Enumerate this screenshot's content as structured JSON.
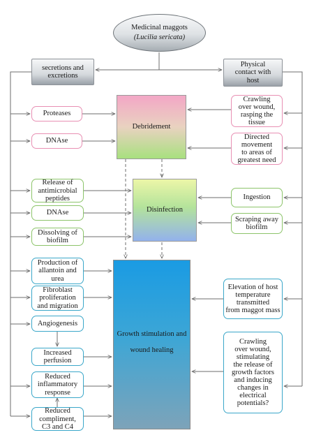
{
  "colors": {
    "pink_border": "#e88fb3",
    "green_border": "#8cc46a",
    "blue_border": "#3aa7c9",
    "arrow": "#6d6d6d"
  },
  "root": {
    "line1": "Medicinal maggots",
    "line2": "(Lucilia sericata)"
  },
  "left_header": {
    "label": "secretions and\nexcretions"
  },
  "right_header": {
    "label": "Physical\ncontact with\nhost"
  },
  "mechanisms": {
    "debridement": "Debridement",
    "disinfection": "Disinfection",
    "growth_line1": "Growth stimulation and",
    "growth_line2": "wound healing"
  },
  "debridement_inputs": {
    "proteases": "Proteases",
    "dnase": "DNAse",
    "crawling": "Crawling\nover wound,\nrasping the\ntissue",
    "directed": "Directed\nmovement\nto areas of\ngreatest need"
  },
  "disinfection_inputs": {
    "antimicrobial": "Release of\nantimicrobial\npeptides",
    "dnase": "DNAse",
    "biofilm": "Dissolving of\nbiofilm",
    "ingestion": "Ingestion",
    "scraping": "Scraping away\nbiofilm"
  },
  "growth_inputs": {
    "allantoin": "Production of\nallantoin and\nurea",
    "fibroblast": "Fibroblast\nproliferation\nand migration",
    "angiogenesis": "Angiogenesis",
    "perfusion": "Increased\nperfusion",
    "inflammatory": "Reduced\ninflammatory\nresponse",
    "compliment": "Reduced\ncompliment,\nC3 and C4",
    "temperature": "Elevation of host\ntemperature\ntransmitted\nfrom maggot mass",
    "crawling_factors": "Crawling\nover wound,\nstimulating\nthe release of\ngrowth factors\nand inducing\nchanges in\nelectrical\npotentials?"
  }
}
